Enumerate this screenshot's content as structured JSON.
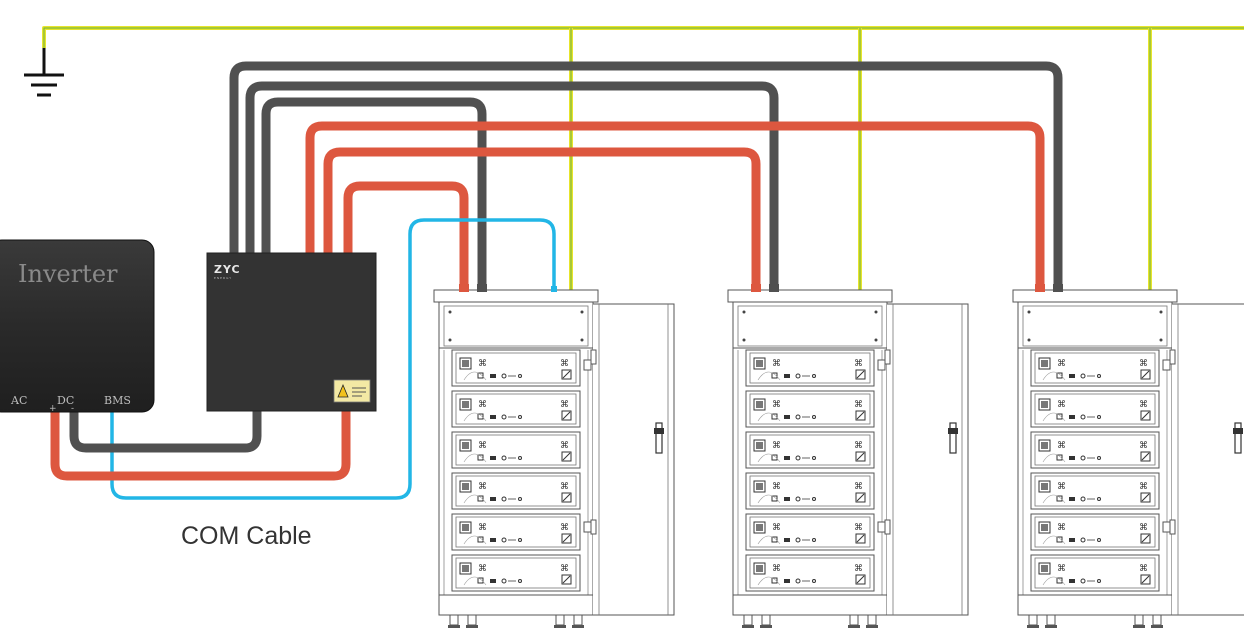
{
  "inverter": {
    "title": "Inverter",
    "ports": {
      "ac": "AC",
      "dc": "DC",
      "bms": "BMS",
      "dc_positive": "+",
      "dc_negative": "-"
    }
  },
  "combiner": {
    "brand": "ZYC",
    "sub": "ENERGY"
  },
  "labels": {
    "com_cable": "COM Cable"
  },
  "colors": {
    "ground_wire": "#e7e52c",
    "ground_stripe": "#7fb63c",
    "negative_cable": "#505050",
    "positive_cable": "#dd573f",
    "com_cable": "#22b6e6",
    "inverter_body": "#2d2d2d",
    "combiner_body": "#333333"
  },
  "battery_cabinets": [
    {
      "id": 1,
      "modules": 6
    },
    {
      "id": 2,
      "modules": 6
    },
    {
      "id": 3,
      "modules": 6
    }
  ]
}
